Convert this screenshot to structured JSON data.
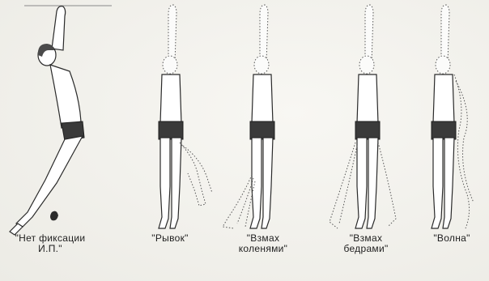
{
  "captions": [
    "\"Нет фиксации\nИ.П.\"",
    "\"Рывок\"",
    "\"Взмах\nколенями\"",
    "\"Взмах\nбедрами\"",
    "\"Волна\""
  ],
  "figures": [
    "figure-no-fixation",
    "figure-jerk",
    "figure-knee-swing",
    "figure-hip-swing",
    "figure-wave"
  ]
}
